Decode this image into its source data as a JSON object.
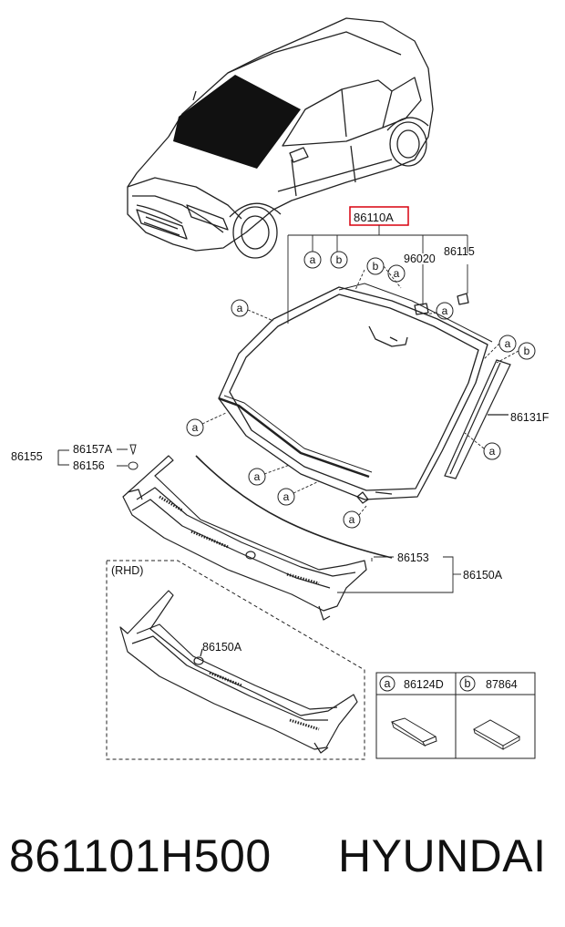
{
  "diagram": {
    "main_part": "86110A",
    "labels": {
      "p96020": "96020",
      "p86115": "86115",
      "p86131F": "86131F",
      "p86155": "86155",
      "p86157A": "86157A",
      "p86156": "86156",
      "p86153": "86153",
      "p86150A": "86150A",
      "p86150A_rhd": "86150A",
      "rhd": "(RHD)"
    },
    "callouts": {
      "a": "a",
      "b": "b"
    },
    "legend": {
      "a_part": "86124D",
      "b_part": "87864"
    }
  },
  "footer": {
    "part_number": "861101H500",
    "brand": "HYUNDAI"
  },
  "colors": {
    "highlight": "#d9000f",
    "line": "#222222"
  }
}
